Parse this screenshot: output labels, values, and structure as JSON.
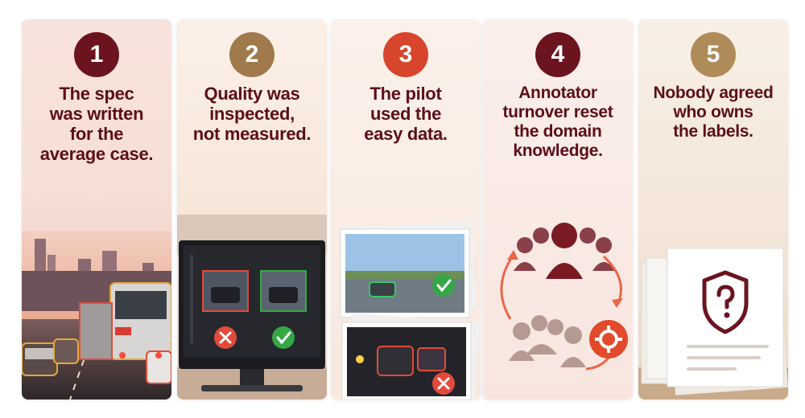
{
  "cards": [
    {
      "number": "1",
      "title": "The spec\nwas written\nfor the\naverage case.",
      "badge_color": "#6b1420"
    },
    {
      "number": "2",
      "title": "Quality was\ninspected,\nnot measured.",
      "badge_color": "#a07a4c"
    },
    {
      "number": "3",
      "title": "The pilot\nused the\neasy data.",
      "badge_color": "#d6452c"
    },
    {
      "number": "4",
      "title": "Annotator\nturnover reset\nthe domain\nknowledge.",
      "badge_color": "#6b1420"
    },
    {
      "number": "5",
      "title": "Nobody agreed\nwho owns\nthe labels.",
      "badge_color": "#b08b5a"
    }
  ],
  "colors": {
    "title": "#5c0f17",
    "reject": "#e24a3b",
    "accept": "#35a845",
    "people_dark": "#7a1a22",
    "people_light": "#a9837a"
  },
  "icons": {
    "card1": "city-traffic-scene",
    "card2": [
      "monitor-icon",
      "reject-x-icon",
      "accept-check-icon"
    ],
    "card3": [
      "photo-stack-icon",
      "accept-check-icon",
      "reject-x-icon"
    ],
    "card4": [
      "people-group-icon",
      "cycle-arrows-icon",
      "gear-icon"
    ],
    "card5": [
      "document-stack-icon",
      "shield-question-icon"
    ]
  }
}
